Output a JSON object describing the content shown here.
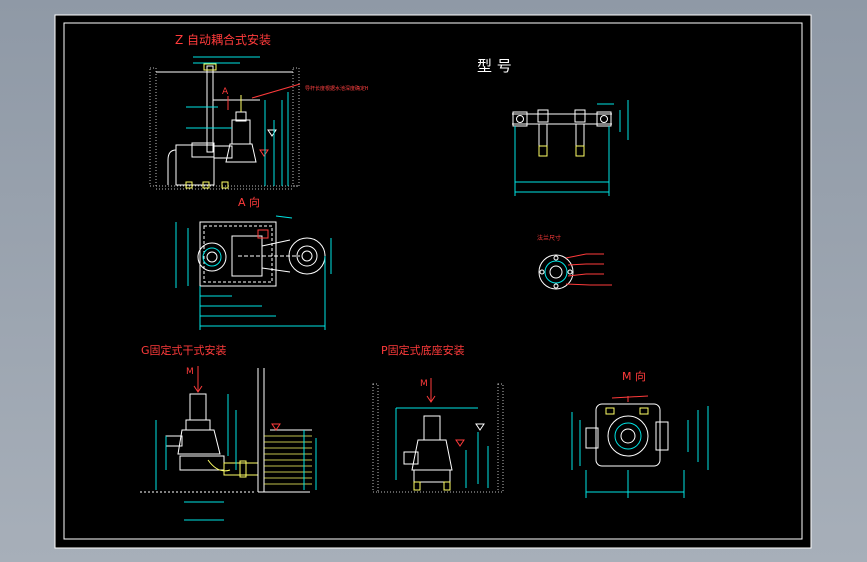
{
  "titles": {
    "z_install": "Z  自动耦合式安装",
    "model": "型 号",
    "a_view": "A 向",
    "g_install": "G固定式干式安装",
    "p_install": "P固定式底座安装",
    "m_view": "M 向",
    "flange_size": "法兰尺寸"
  },
  "labels": {
    "rail_note": "导杆长度根据水池深度确定H",
    "a_marker": "A",
    "m_marker_g": "M",
    "m_marker_p": "M"
  },
  "colors": {
    "sheet": "#000000",
    "frame": "#ffffff",
    "title": "#ff3b3b",
    "outline": "#ffffff",
    "dimension": "#00e5e5",
    "hatch": "#ffff66",
    "accent": "#ff5050"
  }
}
